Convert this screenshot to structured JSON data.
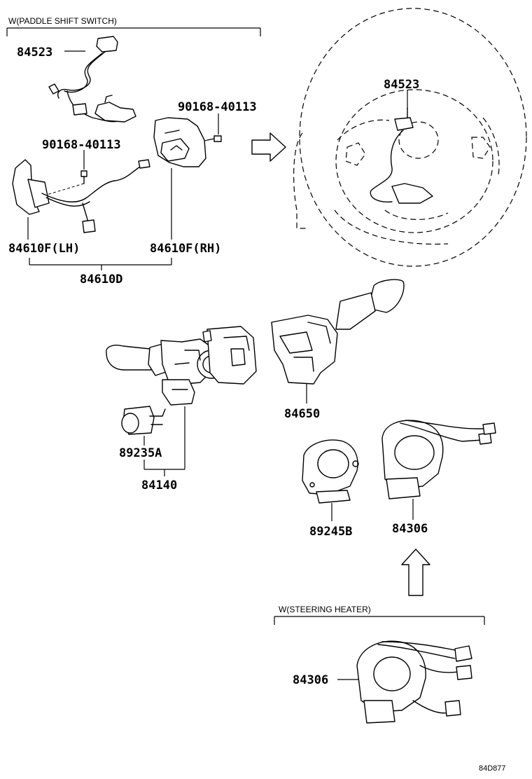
{
  "labels": {
    "note_paddle": "W(PADDLE SHIFT SWITCH)",
    "note_heater": "W(STEERING HEATER)",
    "p84523_a": "84523",
    "p84523_b": "84523",
    "p90168_a": "90168-40113",
    "p90168_b": "90168-40113",
    "p84610f_lh": "84610F(LH)",
    "p84610f_rh": "84610F(RH)",
    "p84610d": "84610D",
    "p84650": "84650",
    "p89235a": "89235A",
    "p84140": "84140",
    "p89245b": "89245B",
    "p84306_a": "84306",
    "p84306_b": "84306",
    "diagram_code": "84D877"
  }
}
